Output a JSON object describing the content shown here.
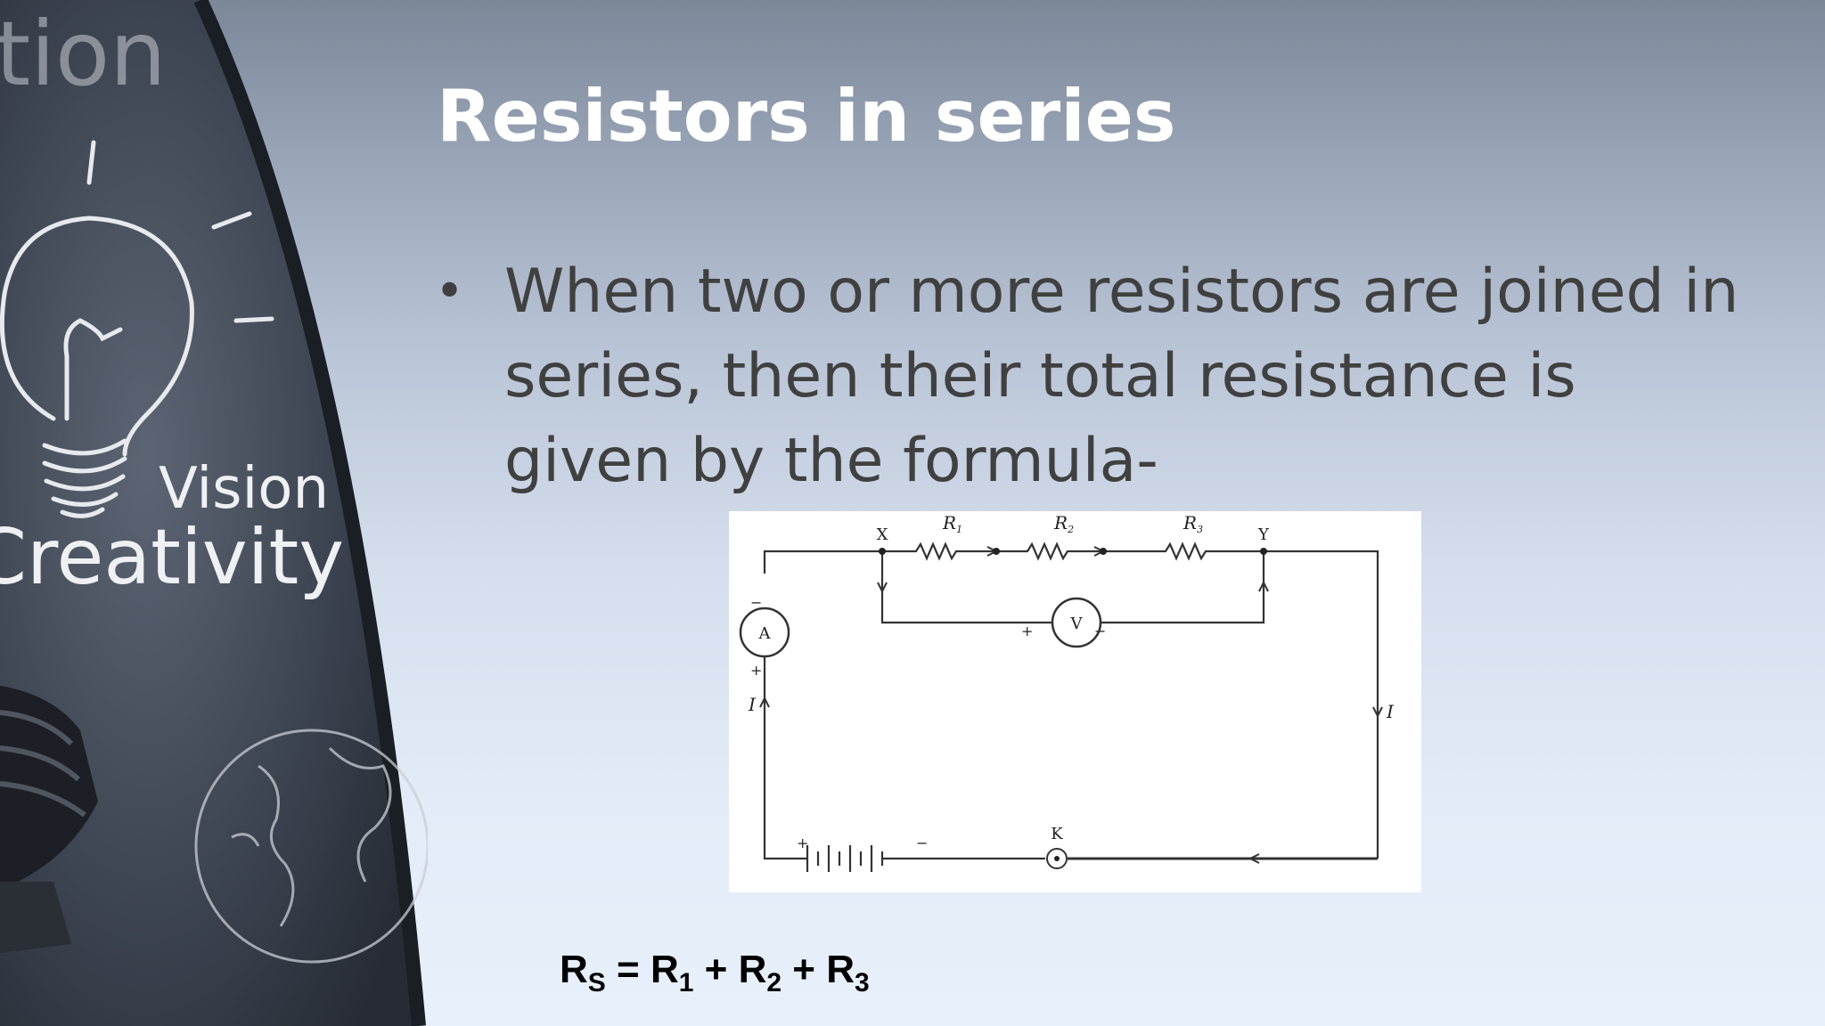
{
  "slide": {
    "title": "Resistors in series",
    "bullet": "•",
    "bullet_text": "When two or more resistors are joined in series, then their total resistance is given by the formula-"
  },
  "art": {
    "partial_word": "tion",
    "word_vision": "Vision",
    "word_creativity": "Creativity"
  },
  "circuit": {
    "label_x": "X",
    "label_y": "Y",
    "label_r1": "R",
    "label_r1_sub": "1",
    "label_r2": "R",
    "label_r2_sub": "2",
    "label_r3": "R",
    "label_r3_sub": "3",
    "label_ammeter": "A",
    "label_voltmeter": "V",
    "label_key": "K",
    "label_current_left": "I",
    "label_current_right": "I",
    "plus": "+",
    "minus": "−"
  },
  "formula": {
    "lhs": "R",
    "lhs_sub": "S",
    "eq": " = ",
    "t1": "R",
    "t1_sub": "1",
    "plus1": " + ",
    "t2": "R",
    "t2_sub": "2",
    "plus2": " + ",
    "t3": "R",
    "t3_sub": "3"
  }
}
